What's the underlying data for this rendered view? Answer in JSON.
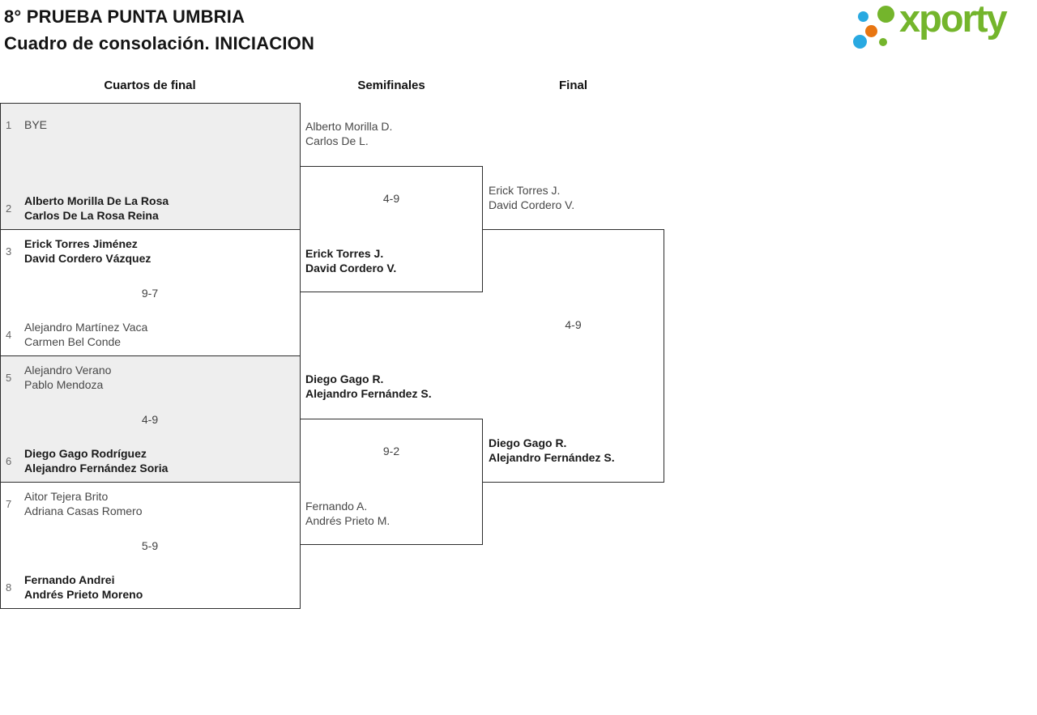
{
  "header": {
    "title_line1": "8° PRUEBA PUNTA UMBRIA",
    "title_line2": "Cuadro de consolación. INICIACION",
    "logo_text": "xporty"
  },
  "colors": {
    "brand_green": "#74b52c",
    "brand_blue": "#29a9e1",
    "brand_orange": "#e87511",
    "shaded_box_fill": "#eeeeee",
    "box_border": "#2d2d2d"
  },
  "rounds": [
    {
      "label": "Cuartos de final"
    },
    {
      "label": "Semifinales"
    },
    {
      "label": "Final"
    }
  ],
  "quarterfinals": [
    {
      "seed_top": "1",
      "team_top": [
        "BYE"
      ],
      "seed_bottom": "2",
      "team_bottom": [
        "Alberto Morilla De La Rosa",
        "Carlos De La Rosa Reina"
      ],
      "winner": "bottom"
    },
    {
      "seed_top": "3",
      "team_top": [
        "Erick Torres Jiménez",
        "David Cordero Vázquez"
      ],
      "seed_bottom": "4",
      "team_bottom": [
        "Alejandro Martínez Vaca",
        "Carmen Bel Conde"
      ],
      "score": "9-7",
      "winner": "top"
    },
    {
      "seed_top": "5",
      "team_top": [
        "Alejandro Verano",
        "Pablo Mendoza"
      ],
      "seed_bottom": "6",
      "team_bottom": [
        "Diego Gago Rodríguez",
        "Alejandro Fernández Soria"
      ],
      "score": "4-9",
      "winner": "bottom"
    },
    {
      "seed_top": "7",
      "team_top": [
        "Aitor Tejera Brito",
        "Adriana Casas Romero"
      ],
      "seed_bottom": "8",
      "team_bottom": [
        "Fernando Andrei",
        "Andrés Prieto Moreno"
      ],
      "score": "5-9",
      "winner": "bottom"
    }
  ],
  "semifinals": [
    {
      "team_top": [
        "Alberto Morilla D.",
        "Carlos De L."
      ],
      "team_bottom": [
        "Erick Torres J.",
        "David Cordero V."
      ],
      "score": "4-9",
      "winner": "bottom"
    },
    {
      "team_top": [
        "Diego Gago R.",
        "Alejandro Fernández S."
      ],
      "team_bottom": [
        "Fernando A.",
        "Andrés Prieto M."
      ],
      "score": "9-2",
      "winner": "top"
    }
  ],
  "final": {
    "team_top": [
      "Erick Torres J.",
      "David Cordero V."
    ],
    "team_bottom": [
      "Diego Gago R.",
      "Alejandro Fernández S."
    ],
    "score": "4-9",
    "winner": "bottom"
  }
}
